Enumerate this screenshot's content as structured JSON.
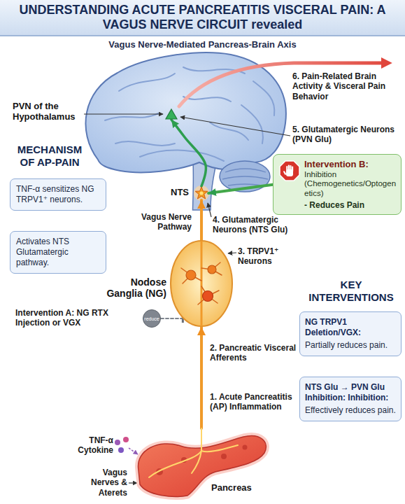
{
  "diagram": {
    "title": "UNDERSTANDING ACUTE PANCREATITIS VISCERAL PAIN: A VAGUS NERVE CIRCUIT revealed",
    "nodes": [
      {
        "text": [
          "PVN of the Hypothalamus"
        ]
      },
      {
        "text": [
          "Intervention B:",
          "Inhibition (Chemogenetics/Optogenetics)",
          "- Reduces Pain"
        ]
      },
      {
        "text": [
          "TNF-α sensitizes NG TRPV1⁺ neurons."
        ]
      },
      {
        "text": [
          "NTS"
        ]
      },
      {
        "text": [
          "Activates NTS Glutamatergic pathway."
        ]
      },
      {
        "text": [
          "Nodose Ganglia (NG)"
        ]
      },
      {
        "text": [
          "reduce"
        ]
      },
      {
        "text": [
          "NG TRPV1 Deletion/VGX:",
          "Partially reduces pain."
        ]
      },
      {
        "text": [
          "NTS Glu → PVN Glu Inhibition: Inhibition:",
          "Effectively reduces pain."
        ]
      },
      {
        "text": [
          "Pancreas"
        ]
      }
    ],
    "edges": [
      {
        "from": 9,
        "to": 5,
        "arrow": "to"
      },
      {
        "from": 5,
        "to": 3,
        "arrow": "to"
      },
      {
        "from": 3,
        "to": 0,
        "arrow": "to"
      },
      {
        "from": 1,
        "to": 3,
        "arrow": "to"
      },
      {
        "from": 6,
        "to": 5,
        "arrow": "to"
      }
    ],
    "labels": [
      "Vagus Nerve-Mediated Pancreas-Brain Axis",
      "6. Pain-Related Brain Activity & Visceral Pain Behavior",
      "5. Glutamatergic Neurons (PVN Glu)",
      "MECHANISM OF AP-PAIN",
      "4. Glutamatergic Neurons (NTS Glu)",
      "Vagus Nerve Pathway",
      "3. TRPV1⁺ Neurons",
      "KEY INTERVENTIONS",
      "Intervention A: NG RTX Injection or VGX",
      "2. Pancreatic Visceral Afferents",
      "1. Acute Pancreatitis (AP) Inflammation",
      "TNF-α Cytokine",
      "Vagus Nerves & Aterets"
    ]
  }
}
